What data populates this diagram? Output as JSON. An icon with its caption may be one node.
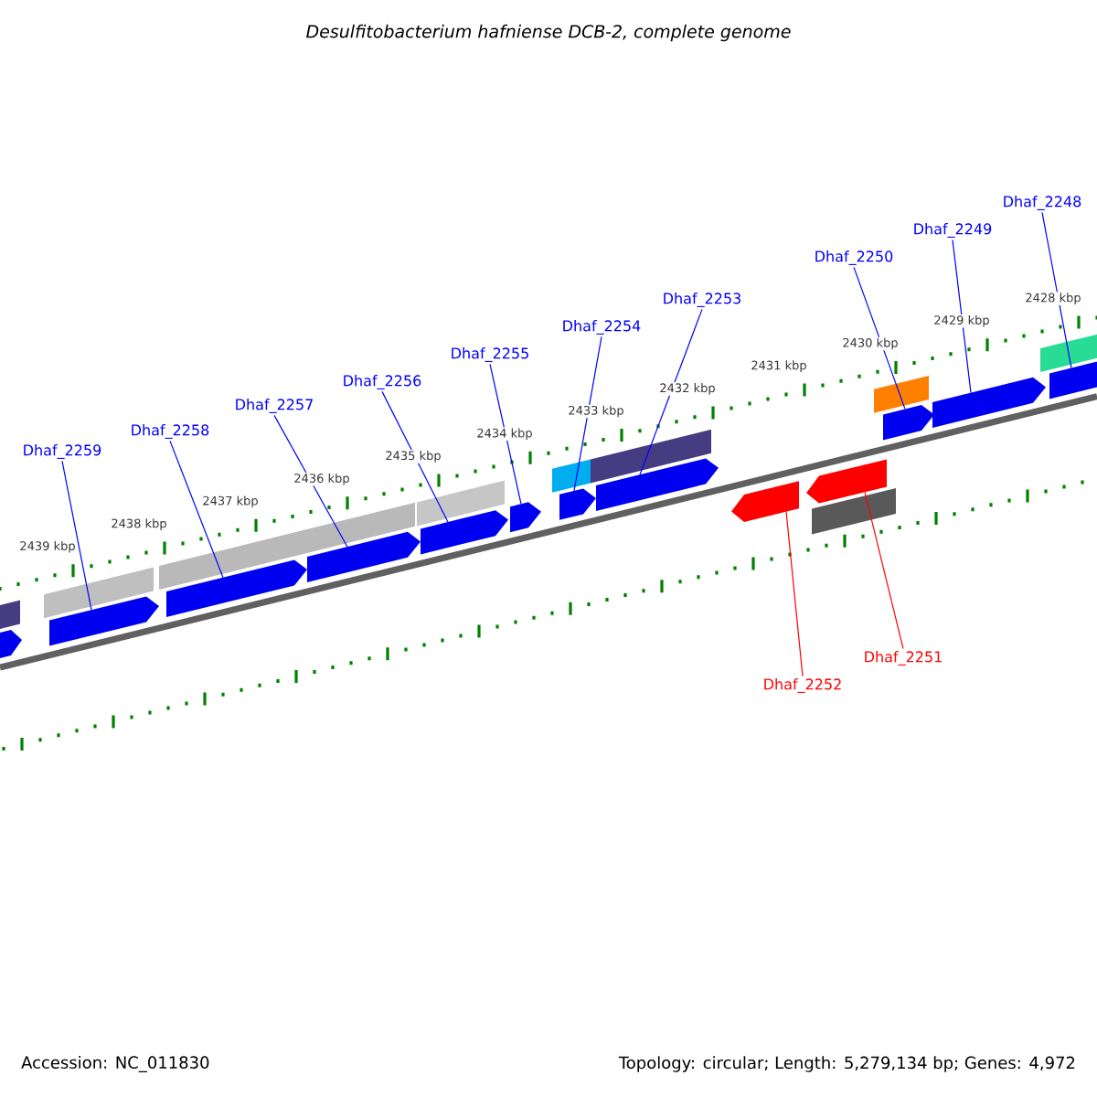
{
  "diagram": {
    "title": "Desulfitobacterium hafniense DCB-2, complete genome",
    "nodes": [
      {
        "text": [
          "Dhaf_2259"
        ]
      },
      {
        "text": [
          "Dhaf_2258"
        ]
      },
      {
        "text": [
          "Dhaf_2257"
        ]
      },
      {
        "text": [
          "Dhaf_2256"
        ]
      },
      {
        "text": [
          "Dhaf_2255"
        ]
      },
      {
        "text": [
          "Dhaf_2254"
        ]
      },
      {
        "text": [
          "Dhaf_2253"
        ]
      },
      {
        "text": [
          "Dhaf_2250"
        ]
      },
      {
        "text": [
          "Dhaf_2249"
        ]
      },
      {
        "text": [
          "Dhaf_2248"
        ]
      },
      {
        "text": [
          "Dhaf_2252"
        ]
      },
      {
        "text": [
          "Dhaf_2251"
        ]
      },
      {
        "text": [],
        "shape": "arrow"
      },
      {
        "text": [],
        "shape": "arrow"
      },
      {
        "text": [],
        "shape": "arrow"
      },
      {
        "text": [],
        "shape": "arrow"
      },
      {
        "text": [],
        "shape": "arrow"
      },
      {
        "text": [],
        "shape": "arrow"
      },
      {
        "text": [],
        "shape": "arrow"
      },
      {
        "text": [],
        "shape": "arrow"
      },
      {
        "text": [],
        "shape": "arrow"
      },
      {
        "text": [],
        "shape": "arrow"
      },
      {
        "text": [],
        "shape": "arrow"
      },
      {
        "text": [],
        "shape": "arrow"
      }
    ],
    "edges": [
      {
        "from": 0,
        "to": 12,
        "arrow": "none"
      },
      {
        "from": 1,
        "to": 13,
        "arrow": "none"
      },
      {
        "from": 2,
        "to": 14,
        "arrow": "none"
      },
      {
        "from": 3,
        "to": 15,
        "arrow": "none"
      },
      {
        "from": 4,
        "to": 16,
        "arrow": "none"
      },
      {
        "from": 5,
        "to": 17,
        "arrow": "none"
      },
      {
        "from": 6,
        "to": 18,
        "arrow": "none"
      },
      {
        "from": 7,
        "to": 21,
        "arrow": "none"
      },
      {
        "from": 8,
        "to": 22,
        "arrow": "none"
      },
      {
        "from": 9,
        "to": 23,
        "arrow": "none"
      },
      {
        "from": 10,
        "to": 19,
        "arrow": "none",
        "color": "#ff0000"
      },
      {
        "from": 11,
        "to": 20,
        "arrow": "none",
        "color": "#ff0000"
      }
    ],
    "labels": [
      "2428 kbp",
      "2429 kbp",
      "2430 kbp",
      "2431 kbp",
      "2432 kbp",
      "2433 kbp",
      "2434 kbp",
      "2435 kbp",
      "2436 kbp",
      "2437 kbp",
      "2438 kbp",
      "2439 kbp",
      "Accession: NC_011830",
      "Topology: circular; Length: 5,279,134 bp; Genes: 4,972"
    ]
  }
}
